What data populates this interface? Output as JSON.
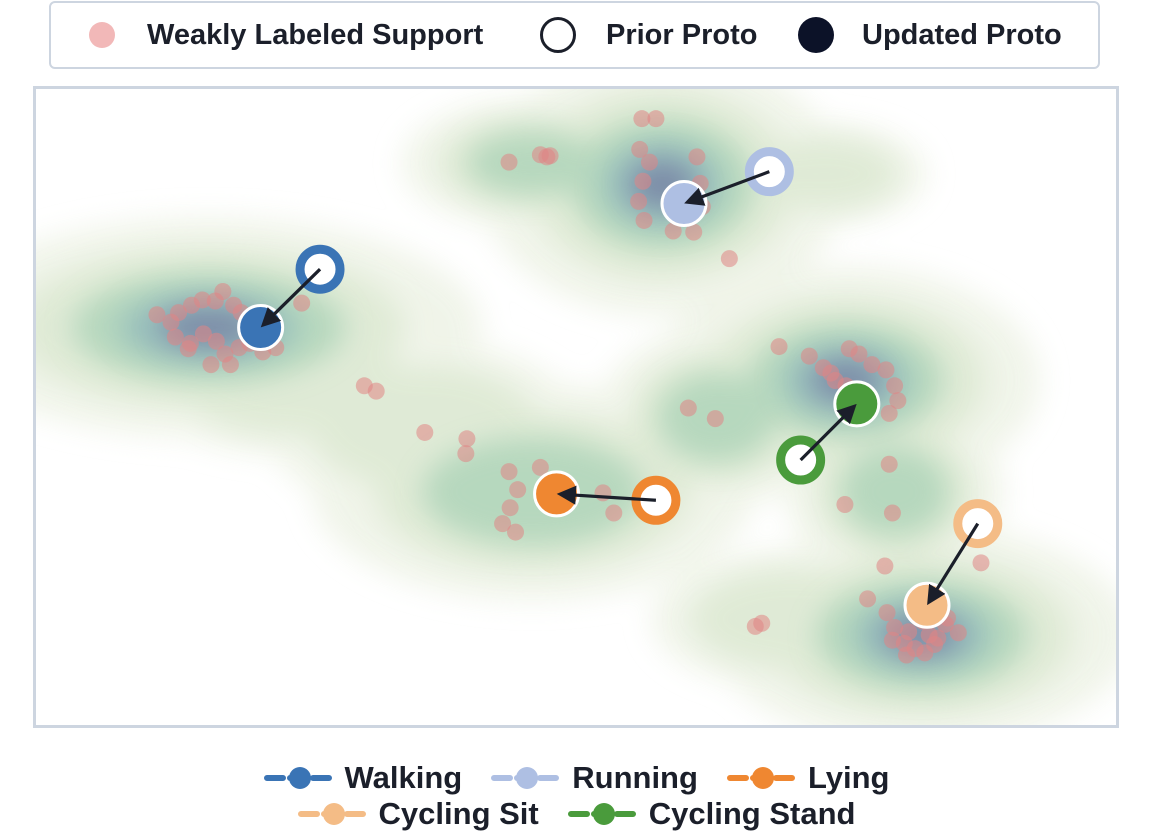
{
  "legend": {
    "support_label": "Weakly Labeled Support",
    "prior_label": "Prior Proto",
    "updated_label": "Updated Proto"
  },
  "colors": {
    "support": "#e08585",
    "frame": "#cdd5e0",
    "arrow": "#1b1f2a",
    "density_low": "#eef3e6",
    "density_mid": "#a9d2b6",
    "density_high": "#6d6f9e"
  },
  "chart_data": {
    "type": "scatter",
    "title": "",
    "xlabel": "",
    "ylabel": "",
    "xlim": [
      0,
      100
    ],
    "ylim": [
      0,
      60
    ],
    "grid": false,
    "axes_visible": false,
    "legend_positions": [
      "top-center",
      "bottom-center"
    ],
    "classes": [
      {
        "name": "Walking",
        "color": "#3a74b5",
        "prior": [
          26.3,
          43.0
        ],
        "updated": [
          20.8,
          37.5
        ]
      },
      {
        "name": "Running",
        "color": "#aebfe3",
        "prior": [
          67.9,
          52.2
        ],
        "updated": [
          60.0,
          49.2
        ]
      },
      {
        "name": "Lying",
        "color": "#ef8731",
        "prior": [
          57.4,
          21.2
        ],
        "updated": [
          48.2,
          21.8
        ]
      },
      {
        "name": "Cycling Sit",
        "color": "#f4bc86",
        "prior": [
          87.2,
          19.0
        ],
        "updated": [
          82.5,
          11.3
        ]
      },
      {
        "name": "Cycling Stand",
        "color": "#4a9b3c",
        "prior": [
          70.8,
          25.0
        ],
        "updated": [
          76.0,
          30.3
        ]
      }
    ],
    "support_points": [
      [
        11.2,
        38.7
      ],
      [
        12.5,
        38.0
      ],
      [
        13.2,
        38.9
      ],
      [
        14.4,
        39.6
      ],
      [
        15.4,
        40.1
      ],
      [
        16.6,
        40.0
      ],
      [
        17.3,
        40.9
      ],
      [
        18.3,
        39.6
      ],
      [
        19.0,
        38.9
      ],
      [
        12.9,
        36.6
      ],
      [
        14.3,
        36.0
      ],
      [
        15.5,
        36.9
      ],
      [
        16.7,
        36.2
      ],
      [
        17.5,
        35.0
      ],
      [
        18.8,
        35.6
      ],
      [
        19.8,
        36.0
      ],
      [
        21.0,
        35.2
      ],
      [
        22.2,
        35.6
      ],
      [
        14.1,
        35.5
      ],
      [
        16.2,
        34.0
      ],
      [
        18.0,
        34.0
      ],
      [
        24.6,
        39.8
      ],
      [
        30.4,
        32.0
      ],
      [
        31.5,
        31.5
      ],
      [
        36.0,
        27.6
      ],
      [
        39.9,
        27.0
      ],
      [
        39.8,
        25.6
      ],
      [
        43.8,
        23.9
      ],
      [
        46.7,
        24.3
      ],
      [
        44.6,
        22.2
      ],
      [
        43.9,
        20.5
      ],
      [
        43.2,
        19.0
      ],
      [
        44.4,
        18.2
      ],
      [
        52.5,
        21.9
      ],
      [
        53.5,
        20.0
      ],
      [
        43.8,
        53.1
      ],
      [
        46.7,
        53.8
      ],
      [
        47.6,
        53.7
      ],
      [
        47.3,
        53.6
      ],
      [
        56.1,
        57.2
      ],
      [
        57.4,
        57.2
      ],
      [
        55.9,
        54.3
      ],
      [
        56.8,
        53.1
      ],
      [
        61.5,
        51.1
      ],
      [
        61.2,
        53.6
      ],
      [
        56.2,
        51.3
      ],
      [
        55.8,
        49.4
      ],
      [
        61.7,
        48.9
      ],
      [
        56.3,
        47.6
      ],
      [
        59.0,
        46.6
      ],
      [
        60.9,
        46.5
      ],
      [
        64.2,
        44.0
      ],
      [
        68.8,
        35.7
      ],
      [
        71.6,
        34.8
      ],
      [
        72.9,
        33.7
      ],
      [
        74.0,
        32.5
      ],
      [
        75.3,
        35.5
      ],
      [
        76.2,
        35.0
      ],
      [
        77.4,
        34.0
      ],
      [
        78.7,
        33.5
      ],
      [
        79.5,
        32.0
      ],
      [
        79.8,
        30.6
      ],
      [
        79.0,
        29.4
      ],
      [
        73.6,
        33.2
      ],
      [
        75.0,
        32.0
      ],
      [
        75.5,
        30.8
      ],
      [
        60.4,
        29.9
      ],
      [
        62.9,
        28.9
      ],
      [
        79.0,
        24.6
      ],
      [
        74.9,
        20.8
      ],
      [
        79.3,
        20.0
      ],
      [
        87.5,
        15.3
      ],
      [
        78.6,
        15.0
      ],
      [
        77.0,
        11.9
      ],
      [
        78.8,
        10.6
      ],
      [
        79.5,
        9.2
      ],
      [
        80.8,
        8.8
      ],
      [
        82.1,
        9.8
      ],
      [
        82.7,
        8.5
      ],
      [
        83.5,
        8.2
      ],
      [
        84.2,
        9.5
      ],
      [
        85.4,
        8.7
      ],
      [
        84.4,
        10.1
      ],
      [
        79.3,
        8.0
      ],
      [
        80.4,
        7.7
      ],
      [
        81.4,
        7.2
      ],
      [
        82.3,
        6.8
      ],
      [
        83.2,
        7.6
      ],
      [
        80.6,
        6.6
      ],
      [
        66.6,
        9.3
      ],
      [
        67.2,
        9.6
      ]
    ],
    "density_centers": [
      [
        16.0,
        37.5,
        11.0,
        4.5,
        1.0
      ],
      [
        24.0,
        32.0,
        9.0,
        4.0,
        0.35
      ],
      [
        36.0,
        28.0,
        9.0,
        5.0,
        0.35
      ],
      [
        46.0,
        22.0,
        10.0,
        5.0,
        0.75
      ],
      [
        58.0,
        51.0,
        7.5,
        5.5,
        0.95
      ],
      [
        46.0,
        53.0,
        7.0,
        3.5,
        0.45
      ],
      [
        73.0,
        52.0,
        6.0,
        3.0,
        0.3
      ],
      [
        75.0,
        32.5,
        8.0,
        4.8,
        0.95
      ],
      [
        63.0,
        29.0,
        6.5,
        5.0,
        0.4
      ],
      [
        79.5,
        22.0,
        6.0,
        5.0,
        0.4
      ],
      [
        82.0,
        8.5,
        8.5,
        4.5,
        1.0
      ],
      [
        70.0,
        10.0,
        8.0,
        4.0,
        0.35
      ]
    ]
  }
}
